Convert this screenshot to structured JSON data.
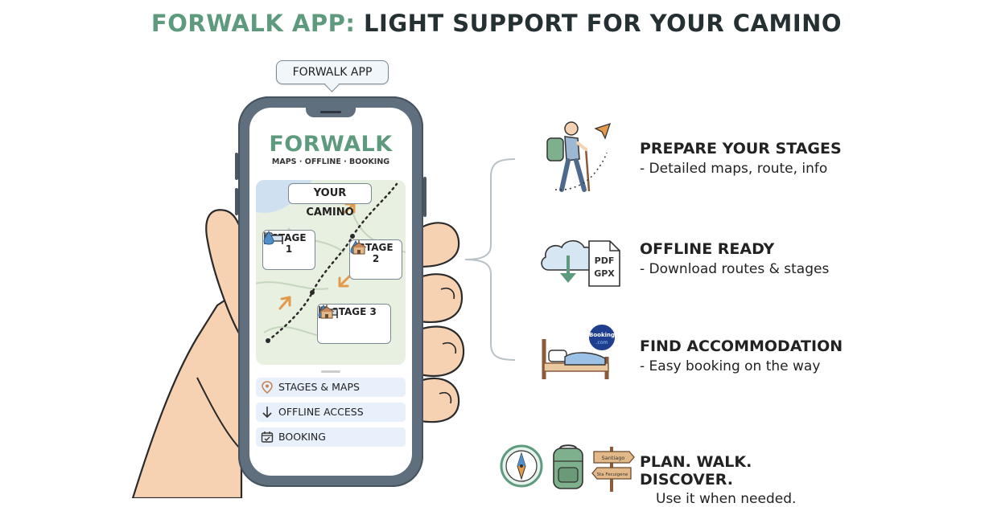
{
  "header": {
    "title_accent": "FORWALK APP:",
    "title_rest": " LIGHT SUPPORT FOR YOUR CAMINO"
  },
  "phone": {
    "tag": "FORWALK APP",
    "brand": "FORWALK",
    "tagline": "MAPS · OFFLINE · BOOKING",
    "map_label": "YOUR CAMINO",
    "stages": [
      {
        "label": "STAGE 1"
      },
      {
        "label": "STAGE 2"
      },
      {
        "label": "STAGE 3"
      }
    ],
    "menu": [
      {
        "label": "STAGES & MAPS",
        "icon": "map-pin-icon"
      },
      {
        "label": "OFFLINE ACCESS",
        "icon": "download-arrow-icon"
      },
      {
        "label": "BOOKING",
        "icon": "calendar-check-icon"
      }
    ]
  },
  "features": [
    {
      "title": "PREPARE YOUR STAGES",
      "desc": "- Detailed maps, route, info",
      "icon": "hiker-icon"
    },
    {
      "title": "OFFLINE READY",
      "desc": "- Download routes & stages",
      "icon": "cloud-download-icon"
    },
    {
      "title": "FIND ACCOMMODATION",
      "desc": "- Easy booking on the way",
      "icon": "bed-icon"
    }
  ],
  "file_badge": {
    "line1": "PDF",
    "line2": "GPX"
  },
  "booking_badge": {
    "line1": "Booking",
    "line2": ".com"
  },
  "signpost": {
    "sign1": "Santiago",
    "sign2": "Sta Fecuigene"
  },
  "closing": {
    "title": "PLAN. WALK. DISCOVER.",
    "subtitle": "Use it when needed.",
    "icons": [
      "compass-icon",
      "backpack-icon",
      "signpost-icon"
    ]
  },
  "colors": {
    "accent": "#5e9b7e",
    "phone_frame": "#5f6f7e",
    "menu_bg": "#e7f0fb",
    "map_bg": "#e8f0e1",
    "arrow_orange": "#e39a4d",
    "water_blue": "#4f8ec9"
  }
}
